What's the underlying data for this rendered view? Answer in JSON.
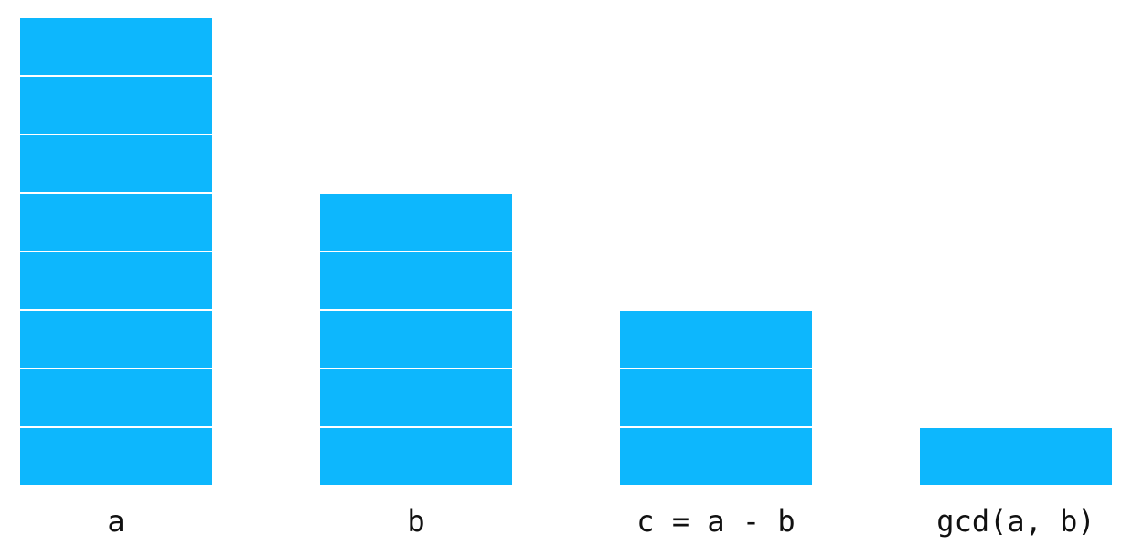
{
  "colors": {
    "block": "#0db7fd",
    "background": "#ffffff",
    "text": "#111111"
  },
  "columns": [
    {
      "label": "a",
      "blocks": 8
    },
    {
      "label": "b",
      "blocks": 5
    },
    {
      "label": "c = a - b",
      "blocks": 3
    },
    {
      "label": "gcd(a, b)",
      "blocks": 1
    }
  ]
}
